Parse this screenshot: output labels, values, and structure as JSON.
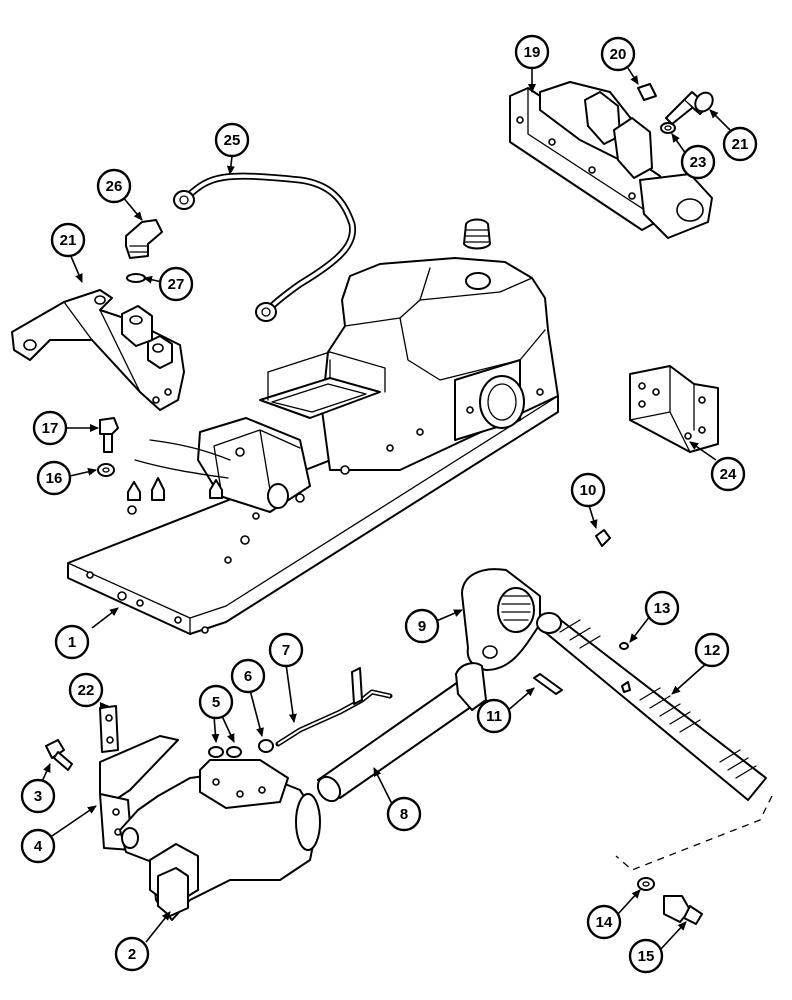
{
  "callouts": [
    "1",
    "2",
    "3",
    "4",
    "5",
    "6",
    "7",
    "8",
    "9",
    "10",
    "11",
    "12",
    "13",
    "14",
    "15",
    "16",
    "17",
    "19",
    "20",
    "21",
    "21",
    "22",
    "23",
    "24",
    "25",
    "26",
    "27"
  ]
}
